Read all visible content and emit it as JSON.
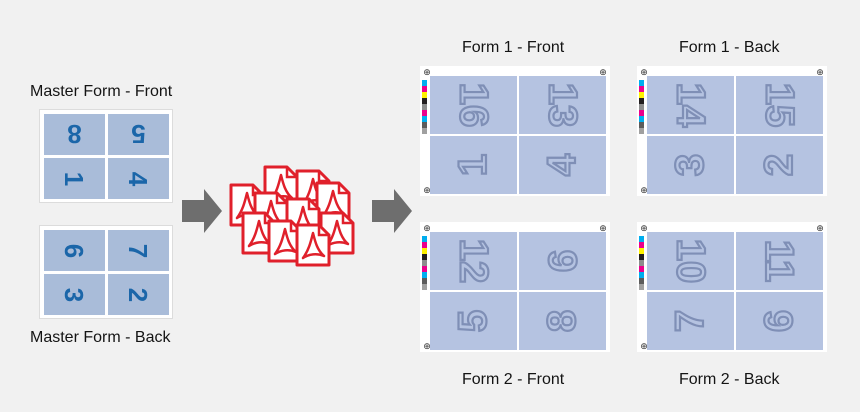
{
  "master": {
    "front_label": "Master Form - Front",
    "back_label": "Master Form - Back",
    "front_pages": [
      "8",
      "5",
      "1",
      "4"
    ],
    "back_pages": [
      "6",
      "7",
      "3",
      "2"
    ]
  },
  "forms": [
    {
      "label": "Form 1 - Front",
      "pages": [
        "16",
        "13",
        "1",
        "4"
      ]
    },
    {
      "label": "Form 1 - Back",
      "pages": [
        "14",
        "15",
        "3",
        "2"
      ]
    },
    {
      "label": "Form 2 - Front",
      "pages": [
        "12",
        "9",
        "5",
        "8"
      ]
    },
    {
      "label": "Form 2 - Back",
      "pages": [
        "10",
        "11",
        "7",
        "6"
      ]
    }
  ],
  "colors": {
    "master_cell": "#a9bcd9",
    "master_text": "#1b66a9",
    "form_cell": "#b5c3e1",
    "form_text_outline": "#7f8fb6",
    "arrow": "#6e6e6e",
    "pdf_icon": "#e0202b"
  },
  "icons": [
    "arrow-right-icon",
    "pdf-files-icon",
    "registration-mark-icon",
    "color-bar-icon"
  ]
}
